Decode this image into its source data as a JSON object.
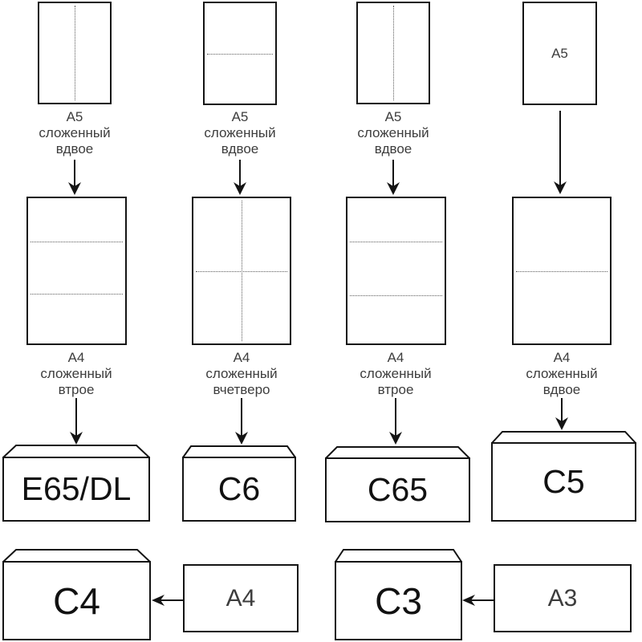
{
  "colors": {
    "line": "#141414",
    "caption_text": "#3d3d3d",
    "c4_highlight": "#f89da2"
  },
  "columns": [
    {
      "top_caption": [
        "A5",
        "сложенный",
        "вдвое"
      ],
      "mid_caption": [
        "A4",
        "сложенный",
        "втрое"
      ],
      "envelope_label": "E65/DL"
    },
    {
      "top_caption": [
        "A5",
        "сложенный",
        "вдвое"
      ],
      "mid_caption": [
        "A4",
        "сложенный",
        "вчетверо"
      ],
      "envelope_label": "C6"
    },
    {
      "top_caption": [
        "A5",
        "сложенный",
        "вдвое"
      ],
      "mid_caption": [
        "A4",
        "сложенный",
        "втрое"
      ],
      "envelope_label": "C65"
    },
    {
      "top_sheet_label": "A5",
      "mid_caption": [
        "A4",
        "сложенный",
        "вдвое"
      ],
      "envelope_label": "C5"
    }
  ],
  "bottom": [
    {
      "envelope_label": "C4",
      "sheet_label": "A4"
    },
    {
      "envelope_label": "C3",
      "sheet_label": "A3"
    }
  ]
}
